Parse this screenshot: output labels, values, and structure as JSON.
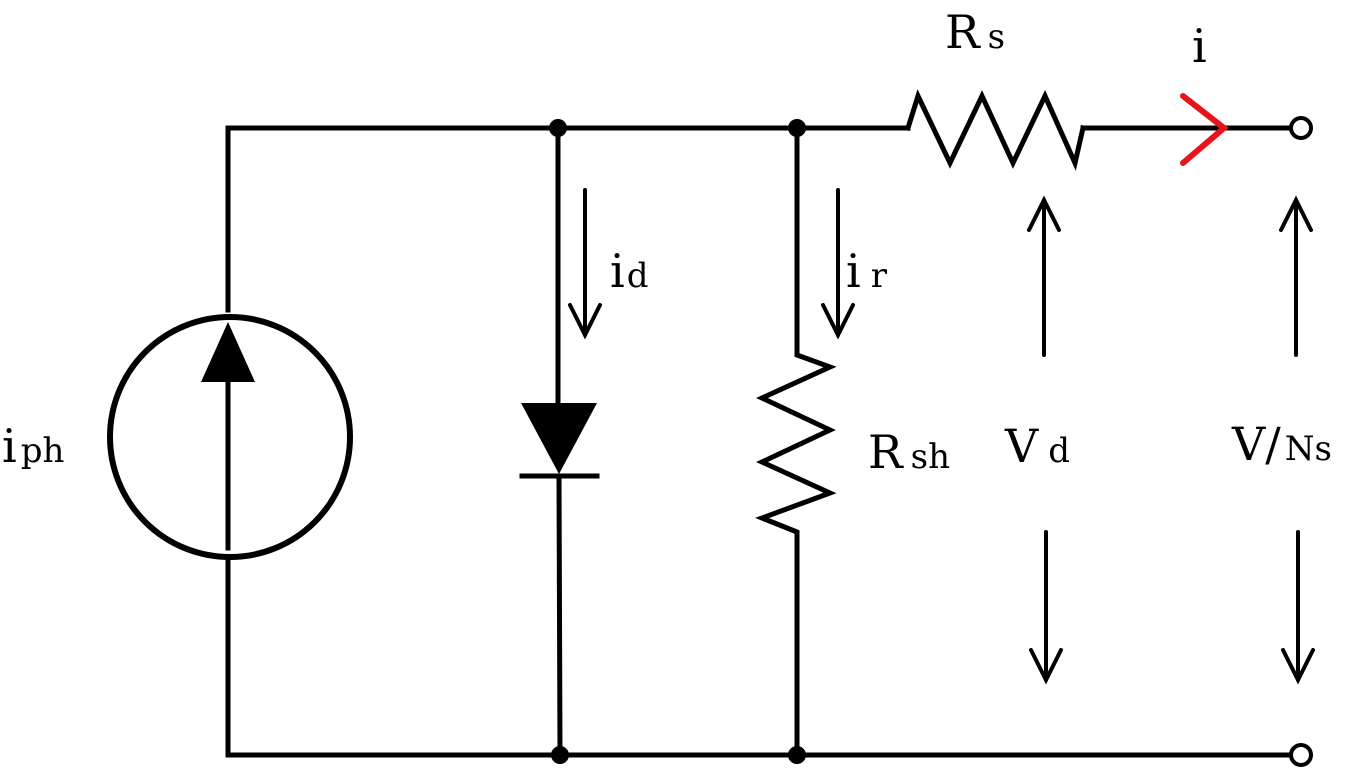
{
  "labels": {
    "iph": {
      "main": "i",
      "sub": "ph"
    },
    "id": {
      "main": "i",
      "sub": "d"
    },
    "ir": {
      "main": "i",
      "sub": "r"
    },
    "rsh": {
      "main": "R",
      "sub": "sh"
    },
    "rs": {
      "main": "R",
      "sub": "s"
    },
    "i": {
      "main": "i"
    },
    "vd": {
      "main": "V",
      "sub": "d"
    },
    "vns": {
      "main": "V/",
      "sub": "Ns"
    }
  },
  "colors": {
    "wire": "#000000",
    "output_current_arrow": "#e8141c"
  }
}
